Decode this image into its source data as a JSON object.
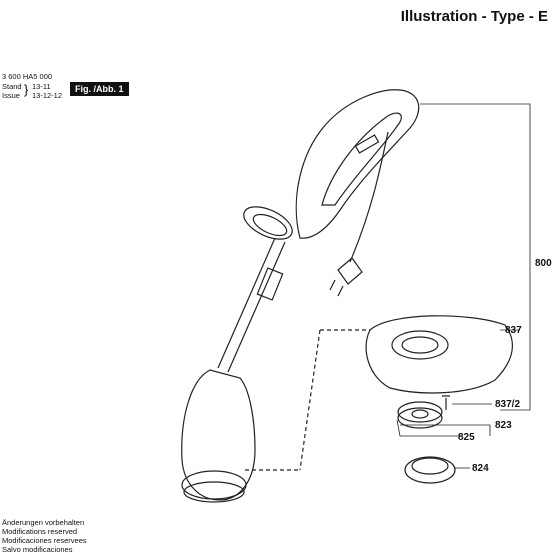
{
  "header": {
    "title": "Illustration - Type - E"
  },
  "meta": {
    "part_number": "3 600 HA5 000",
    "stand_label": "Stand",
    "issue_label": "Issue",
    "stand_value": "13-11",
    "issue_value": "13-12-12",
    "fig_label": "Fig. /Abb. 1"
  },
  "callouts": {
    "c800": "800",
    "c837": "837",
    "c837_2": "837/2",
    "c823": "823",
    "c825": "825",
    "c824": "824"
  },
  "footer": {
    "lines": [
      "Änderungen vorbehalten",
      "Modifications reserved",
      "Modificaciones reservees",
      "Salvo modificaciones"
    ]
  }
}
